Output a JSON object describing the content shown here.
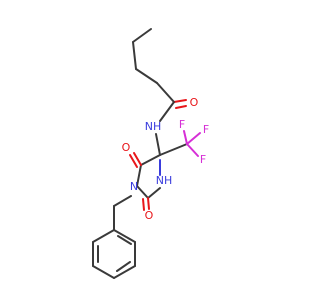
{
  "molecule": {
    "atoms": {
      "o_amide": "O",
      "n_amide": "NH",
      "f1": "F",
      "f2": "F",
      "f3": "F",
      "o_c5": "O",
      "nh_ring": "NH",
      "n_ring": "N",
      "o_c2": "O"
    }
  },
  "colors": {
    "carbon_bond": "#3a3a3a",
    "oxygen": "#e8161a",
    "nitrogen": "#3a3ddd",
    "fluorine": "#d62fd6"
  }
}
